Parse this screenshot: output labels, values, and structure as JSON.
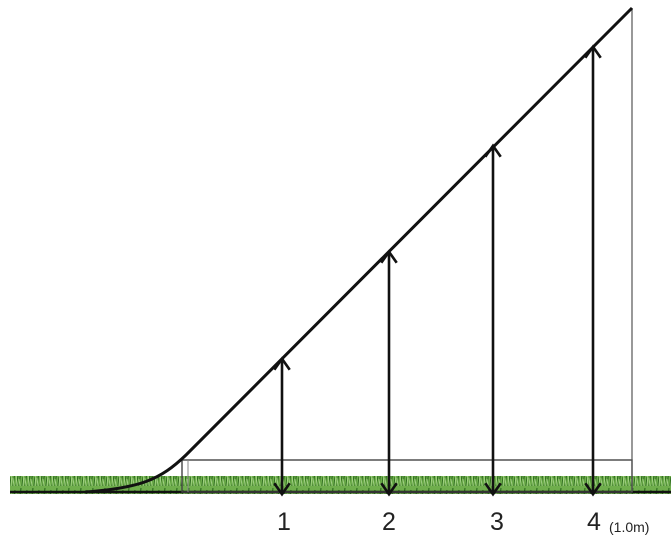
{
  "diagram": {
    "markers": [
      {
        "label": "1"
      },
      {
        "label": "2"
      },
      {
        "label": "3"
      },
      {
        "label": "4"
      }
    ],
    "height_note": "(1.0m)"
  },
  "colors": {
    "line": "#111111",
    "thin_line": "#555555",
    "grass_dark": "#2f6e1f",
    "grass_mid": "#5a9a3c",
    "grass_light": "#9ccc7a"
  }
}
